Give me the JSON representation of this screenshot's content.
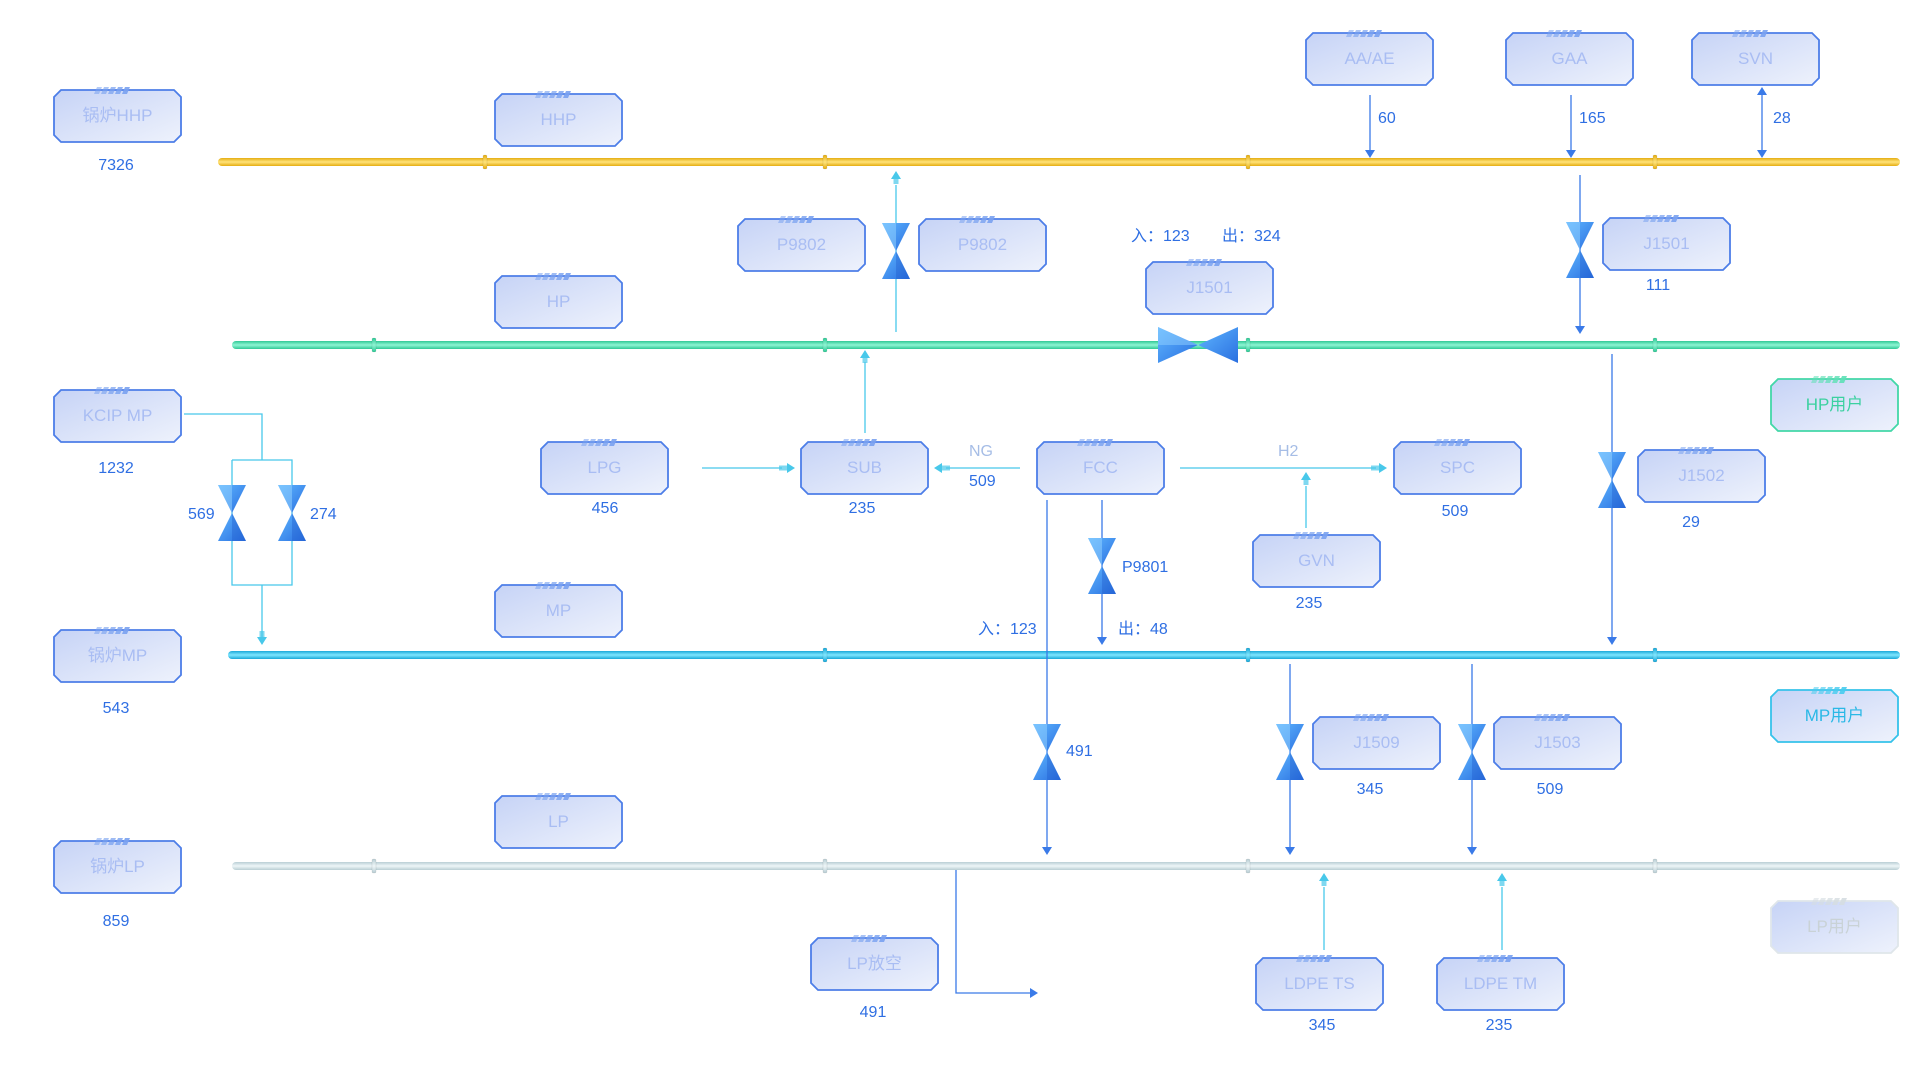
{
  "colors": {
    "pipe_hhp": "#f5c72c",
    "pipe_hp": "#46e3b3",
    "pipe_mp": "#36c8ee",
    "pipe_lp": "#d3e4e8",
    "line_blue": "#3a7ae8",
    "line_cyan": "#48c8ea",
    "valve": "#3a8fe8",
    "value_text": "#2f6fe3"
  },
  "headers": {
    "hhp_left": {
      "label": "锅炉HHP",
      "value": "7326"
    },
    "hhp_mid": {
      "label": "HHP"
    },
    "hp_mid": {
      "label": "HP"
    },
    "mp_left_top": {
      "label": "KCIP MP",
      "value": "1232"
    },
    "mp_left": {
      "label": "锅炉MP",
      "value": "543"
    },
    "mp_mid": {
      "label": "MP"
    },
    "lp_left": {
      "label": "锅炉LP",
      "value": "859"
    },
    "lp_mid": {
      "label": "LP"
    }
  },
  "top_units": [
    {
      "label": "AA/AE",
      "value": "60"
    },
    {
      "label": "GAA",
      "value": "165"
    },
    {
      "label": "SVN",
      "value": "28"
    }
  ],
  "valves": {
    "p9802_left": {
      "label": "P9802"
    },
    "p9802_right": {
      "label": "P9802"
    },
    "j1501": {
      "label": "J1501",
      "in_label": "入：123",
      "out_label": "出：324"
    },
    "j1501b": {
      "label": "J1501",
      "value": "111"
    },
    "j1502": {
      "label": "J1502",
      "value": "29"
    },
    "kcip_left": {
      "value": "569"
    },
    "kcip_right": {
      "value": "274"
    },
    "p9801": {
      "label": "P9801",
      "in_label": "入：123",
      "out_label": "出：48"
    },
    "fcc_lp": {
      "value": "491"
    },
    "j1509": {
      "label": "J1509",
      "value": "345"
    },
    "j1503": {
      "label": "J1503",
      "value": "509"
    }
  },
  "middle_units": {
    "lpg": {
      "label": "LPG",
      "value": "456"
    },
    "sub": {
      "label": "SUB",
      "value": "235"
    },
    "ng": {
      "label": "NG",
      "value": "509"
    },
    "fcc": {
      "label": "FCC"
    },
    "h2": {
      "label": "H2"
    },
    "spc": {
      "label": "SPC",
      "value": "509"
    },
    "gvn": {
      "label": "GVN",
      "value": "235"
    }
  },
  "bottom_units": {
    "lp_vent": {
      "label": "LP放空",
      "value": "491"
    },
    "ldpe_ts": {
      "label": "LDPE TS",
      "value": "345"
    },
    "ldpe_tm": {
      "label": "LDPE TM",
      "value": "235"
    }
  },
  "users": {
    "hp": {
      "label": "HP用户"
    },
    "mp": {
      "label": "MP用户"
    },
    "lp": {
      "label": "LP用户"
    }
  }
}
